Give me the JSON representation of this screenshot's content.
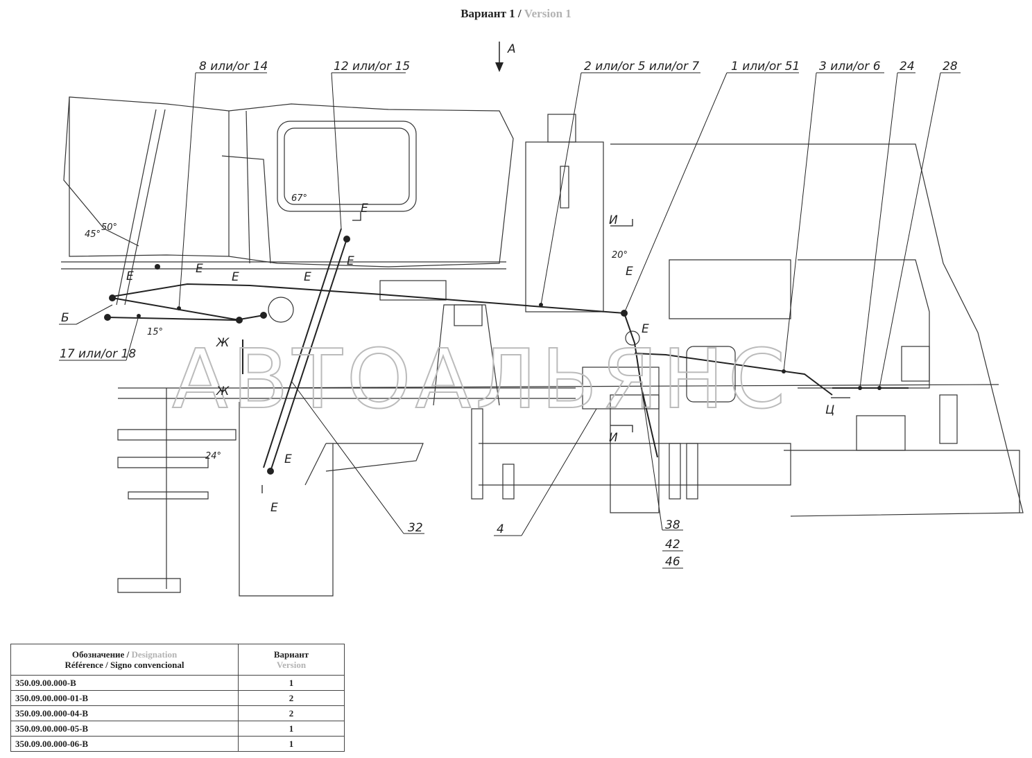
{
  "title": {
    "main": "Вариант 1 /",
    "en": "Version 1"
  },
  "callouts": {
    "view_a": "А",
    "c1": "8 или/or 14",
    "c2": "12 или/or 15",
    "c3": "2 или/or 5 или/or 7",
    "c4": "1 или/or 51",
    "c5": "3 или/or 6",
    "c6": "24",
    "c7": "28",
    "c8": "Б",
    "c9": "17 или/or 18",
    "c10": "32",
    "c11": "4",
    "c12": "38",
    "c13": "42",
    "c14": "46"
  },
  "section_marks": {
    "e": "Е",
    "zh": "Ж",
    "i": "И",
    "ts": "Ц"
  },
  "angles": {
    "a45": "45°",
    "a50": "50°",
    "a67": "67°",
    "a15": "15°",
    "a20": "20°",
    "a24": "24°"
  },
  "watermark": "АВТОАЛЬЯНС",
  "table": {
    "header_designation_ru": "Обозначение /",
    "header_designation_en": "Designation",
    "header_designation_fr": "Référence / Signo convencional",
    "header_variant_ru": "Вариант",
    "header_variant_en": "Version",
    "rows": [
      {
        "designation": "350.09.00.000-В",
        "variant": "1"
      },
      {
        "designation": "350.09.00.000-01-В",
        "variant": "2"
      },
      {
        "designation": "350.09.00.000-04-В",
        "variant": "2"
      },
      {
        "designation": "350.09.00.000-05-В",
        "variant": "1"
      },
      {
        "designation": "350.09.00.000-06-В",
        "variant": "1"
      }
    ]
  }
}
